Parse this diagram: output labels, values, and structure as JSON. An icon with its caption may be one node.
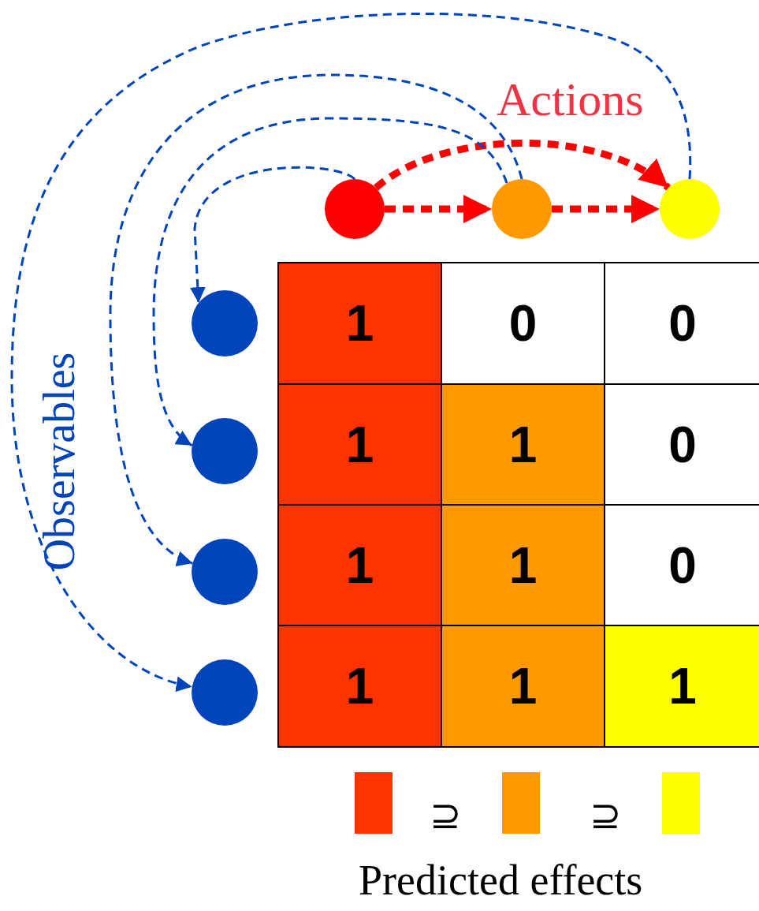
{
  "diagram": {
    "nodes": [
      {
        "text": [],
        "shape": "circle"
      },
      {
        "text": [],
        "shape": "circle"
      },
      {
        "text": [],
        "shape": "circle"
      },
      {
        "text": [],
        "shape": "circle"
      },
      {
        "text": [],
        "shape": "circle"
      },
      {
        "text": [],
        "shape": "circle"
      },
      {
        "text": [],
        "shape": "circle"
      },
      {
        "text": [],
        "shape": "box"
      },
      {
        "text": [],
        "shape": "box"
      },
      {
        "text": [],
        "shape": "box"
      }
    ],
    "edges": [
      {
        "from": 0,
        "to": 1,
        "arrow": "to",
        "style": "dashed",
        "color": "#ff0000"
      },
      {
        "from": 1,
        "to": 2,
        "arrow": "to",
        "style": "dashed",
        "color": "#ff0000"
      },
      {
        "from": 0,
        "to": 2,
        "arrow": "to",
        "style": "dashed",
        "color": "#ff0000"
      },
      {
        "from": 0,
        "to": 3,
        "arrow": "to",
        "style": "dashed"
      },
      {
        "from": 1,
        "to": 4,
        "arrow": "to",
        "style": "dashed"
      },
      {
        "from": 1,
        "to": 5,
        "arrow": "to",
        "style": "dashed"
      },
      {
        "from": 2,
        "to": 6,
        "arrow": "to",
        "style": "dashed"
      }
    ],
    "labels": [
      "Actions",
      "Observables",
      "1",
      "0",
      "0",
      "1",
      "1",
      "0",
      "1",
      "1",
      "0",
      "1",
      "1",
      "1",
      "⊇",
      "⊇",
      "Predicted effects"
    ]
  }
}
